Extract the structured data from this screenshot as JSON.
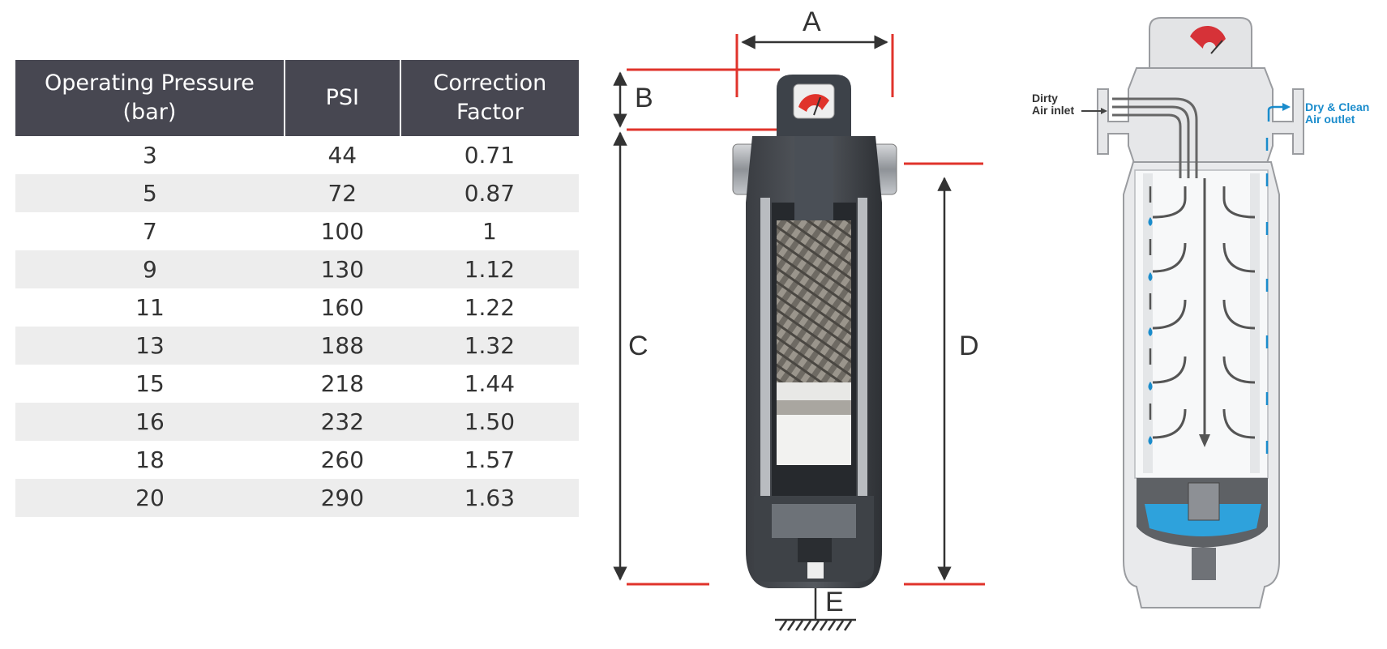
{
  "table": {
    "headers": {
      "pressure_line1": "Operating Pressure",
      "pressure_line2": "(bar)",
      "psi": "PSI",
      "factor_line1": "Correction",
      "factor_line2": "Factor"
    },
    "rows": [
      {
        "bar": "3",
        "psi": "44",
        "factor": "0.71"
      },
      {
        "bar": "5",
        "psi": "72",
        "factor": "0.87"
      },
      {
        "bar": "7",
        "psi": "100",
        "factor": "1"
      },
      {
        "bar": "9",
        "psi": "130",
        "factor": "1.12"
      },
      {
        "bar": "11",
        "psi": "160",
        "factor": "1.22"
      },
      {
        "bar": "13",
        "psi": "188",
        "factor": "1.32"
      },
      {
        "bar": "15",
        "psi": "218",
        "factor": "1.44"
      },
      {
        "bar": "16",
        "psi": "232",
        "factor": "1.50"
      },
      {
        "bar": "18",
        "psi": "260",
        "factor": "1.57"
      },
      {
        "bar": "20",
        "psi": "290",
        "factor": "1.63"
      }
    ]
  },
  "dimensions": {
    "a": "A",
    "b": "B",
    "c": "C",
    "d": "D",
    "e": "E"
  },
  "flow": {
    "inlet_line1": "Dirty",
    "inlet_line2": "Air inlet",
    "outlet_line1": "Dry & Clean",
    "outlet_line2": "Air outlet"
  },
  "colors": {
    "header_bg": "#474751",
    "row_alt": "#ededed",
    "dimension_red": "#e0332b",
    "flow_blue": "#1a8ccc",
    "flow_gray": "#555555"
  }
}
